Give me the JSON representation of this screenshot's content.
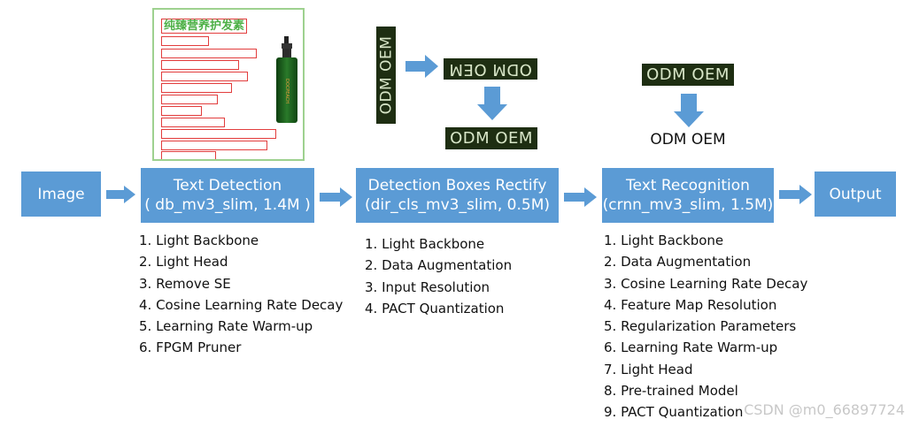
{
  "pipeline": {
    "input_label": "Image",
    "output_label": "Output",
    "stages": [
      {
        "title": "Text Detection",
        "subtitle": "( db_mv3_slim, 1.4M )",
        "items": [
          "1. Light Backbone",
          "2. Light Head",
          "3. Remove SE",
          "4. Cosine Learning Rate Decay",
          "5. Learning Rate Warm-up",
          "6. FPGM Pruner"
        ]
      },
      {
        "title": "Detection Boxes Rectify",
        "subtitle": "(dir_cls_mv3_slim, 0.5M)",
        "items": [
          "1. Light Backbone",
          "2. Data Augmentation",
          "3. Input Resolution",
          "4. PACT Quantization"
        ]
      },
      {
        "title": "Text Recognition",
        "subtitle": "(crnn_mv3_slim, 1.5M)",
        "items": [
          "1. Light Backbone",
          "2. Data Augmentation",
          "3. Cosine Learning Rate Decay",
          "4. Feature Map Resolution",
          "5. Regularization Parameters",
          "6. Learning Rate Warm-up",
          "7. Light Head",
          "8. Pre-trained Model",
          "9. PACT Quantization"
        ]
      }
    ]
  },
  "examples": {
    "crop_text": "ODM OEM",
    "recognized_text": "ODM OEM",
    "document_heading": "纯臻营养护发素",
    "bottle_label": "DOCPEACH"
  },
  "watermark": "CSDN @m0_66897724",
  "colors": {
    "box": "#5b9bd5",
    "arrow": "#5b9bd5",
    "crop_bg": "#1e2e12",
    "crop_text": "#d8e6c8"
  }
}
